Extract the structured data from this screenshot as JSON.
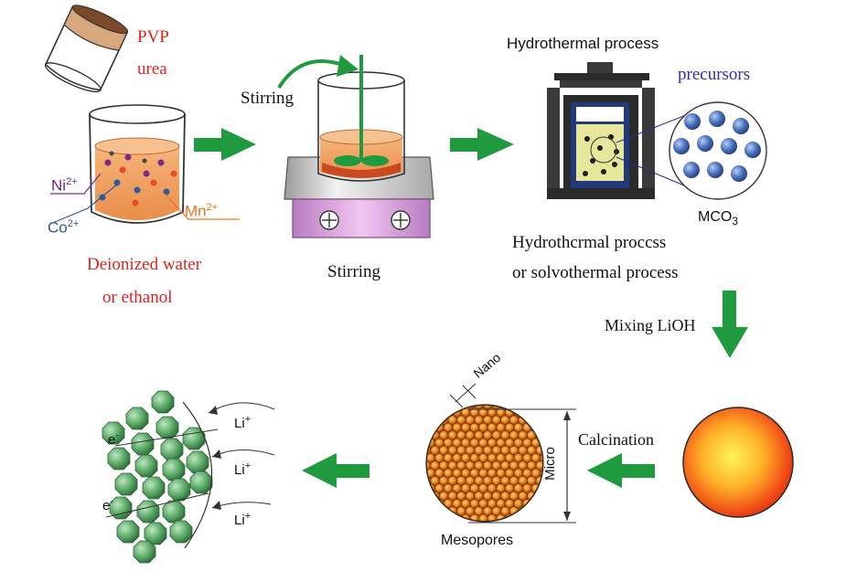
{
  "colors": {
    "arrow": "#1f9a3f",
    "solution": "#f0a15e",
    "precursor_ball": "#3f67b2",
    "product_sphere": "#5fae6b",
    "mesoporous": "#e7861f",
    "label_red": "#e8201c",
    "label_purple": "#3a2aa8"
  },
  "step1": {
    "reagent_1": "PVP",
    "reagent_2": "urea",
    "ion_ni": "Ni",
    "ion_ni_charge": "2+",
    "ion_co": "Co",
    "ion_co_charge": "2+",
    "ion_mn": "Mn",
    "ion_mn_charge": "2+",
    "solvent_line1": "Deionized water",
    "solvent_line2": "or ethanol"
  },
  "step2": {
    "top_label": "Stirring",
    "bottom_label": "Stirring"
  },
  "step3": {
    "title": "Hydrothermal process",
    "precursors_label": "precursors",
    "product_main": "MCO",
    "product_sub": "3",
    "caption_line1": "Hydrothcrmal proccss",
    "caption_line2": "or solvothermal process"
  },
  "step4": {
    "label": "Mixing LiOH"
  },
  "step5": {
    "label": "Calcination",
    "scale_nano": "Nano",
    "scale_micro": "Micro",
    "caption": "Mesopores"
  },
  "step6": {
    "electron_1": "e",
    "electron_1_sup": "-",
    "electron_2": "e",
    "electron_2_sup": "-",
    "li_1": "Li",
    "li_1_sup": "+",
    "li_2": "Li",
    "li_2_sup": "+",
    "li_3": "Li",
    "li_3_sup": "+"
  }
}
